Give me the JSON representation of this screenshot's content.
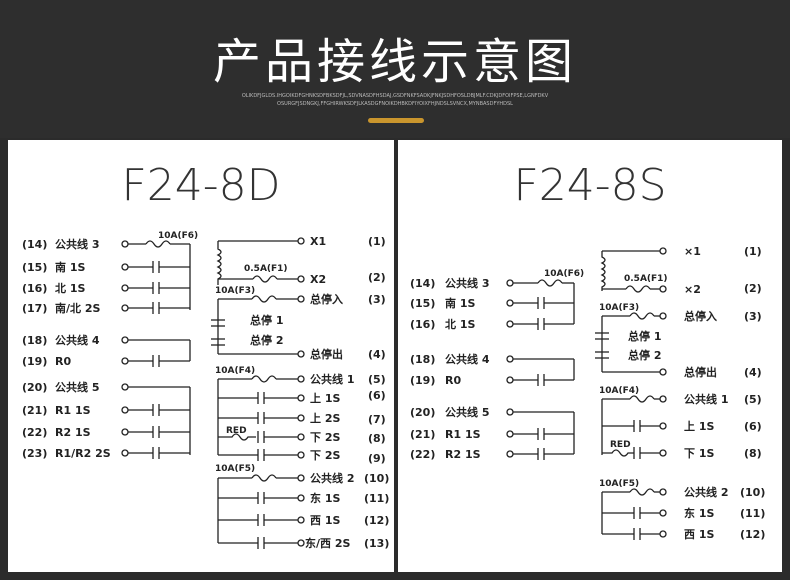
{
  "header": {
    "title": "产品接线示意图",
    "subtitle_line1": "OLIKDFJGLDS.IHGOIKDFGHNKSDFBKSDFJL,SDVNASDFHSDAJ,GSDFNKFSADKJFNKJSDHFOSLDBJMLF.CDKJDFOIFPSE,LGNFDKV",
    "subtitle_line2": "OSURGFJSDNGKJ,FFGHIRWKSDFJLKASDGFNOIKDHBKDFIYOIXFHJNDSLSVNCX,MYNBASDFYHDSL"
  },
  "left": {
    "title": "F24-8D",
    "rows": [
      {
        "num": "(14)",
        "label": "公共线 3"
      },
      {
        "num": "(15)",
        "label": "南 1S"
      },
      {
        "num": "(16)",
        "label": "北 1S"
      },
      {
        "num": "(17)",
        "label": "南/北 2S"
      },
      {
        "num": "(18)",
        "label": "公共线 4"
      },
      {
        "num": "(19)",
        "label": "R0"
      },
      {
        "num": "(20)",
        "label": "公共线 5"
      },
      {
        "num": "(21)",
        "label": "R1 1S"
      },
      {
        "num": "(22)",
        "label": "R2 1S"
      },
      {
        "num": "(23)",
        "label": "R1/R2 2S"
      }
    ],
    "fuses": {
      "f6": "10A(F6)",
      "f1": "0.5A(F1)",
      "f3": "10A(F3)",
      "f4": "10A(F4)",
      "f5": "10A(F5)",
      "red": "RED"
    },
    "mid": {
      "stop1": "总停 1",
      "stop2": "总停 2"
    },
    "right": [
      {
        "label": "X1",
        "num": "(1)"
      },
      {
        "label": "X2",
        "num": "(2)"
      },
      {
        "label": "总停入",
        "num": "(3)"
      },
      {
        "label": "总停出",
        "num": "(4)"
      },
      {
        "label": "公共线 1",
        "num": "(5)"
      },
      {
        "label": "上 1S",
        "num": "(6)"
      },
      {
        "label": "上 2S",
        "num": "(7)"
      },
      {
        "label": "下 2S",
        "num": "(8)"
      },
      {
        "label": "下 2S",
        "num": "(9)"
      },
      {
        "label": "公共线 2",
        "num": "(10)"
      },
      {
        "label": "东 1S",
        "num": "(11)"
      },
      {
        "label": "西 1S",
        "num": "(12)"
      },
      {
        "label": "东/西 2S",
        "num": "(13)"
      }
    ]
  },
  "right": {
    "title": "F24-8S",
    "rows": [
      {
        "num": "(14)",
        "label": "公共线 3"
      },
      {
        "num": "(15)",
        "label": "南 1S"
      },
      {
        "num": "(16)",
        "label": "北 1S"
      },
      {
        "num": "(18)",
        "label": "公共线 4"
      },
      {
        "num": "(19)",
        "label": "R0"
      },
      {
        "num": "(20)",
        "label": "公共线 5"
      },
      {
        "num": "(21)",
        "label": "R1 1S"
      },
      {
        "num": "(22)",
        "label": "R2 1S"
      }
    ],
    "fuses": {
      "f6": "10A(F6)",
      "f1": "0.5A(F1)",
      "f3": "10A(F3)",
      "f4": "10A(F4)",
      "f5": "10A(F5)",
      "red": "RED"
    },
    "mid": {
      "stop1": "总停 1",
      "stop2": "总停 2"
    },
    "right": [
      {
        "label": "×1",
        "num": "(1)"
      },
      {
        "label": "×2",
        "num": "(2)"
      },
      {
        "label": "总停入",
        "num": "(3)"
      },
      {
        "label": "总停出",
        "num": "(4)"
      },
      {
        "label": "公共线 1",
        "num": "(5)"
      },
      {
        "label": "上 1S",
        "num": "(6)"
      },
      {
        "label": "下 1S",
        "num": "(8)"
      },
      {
        "label": "公共线 2",
        "num": "(10)"
      },
      {
        "label": "东 1S",
        "num": "(11)"
      },
      {
        "label": "西 1S",
        "num": "(12)"
      }
    ]
  }
}
